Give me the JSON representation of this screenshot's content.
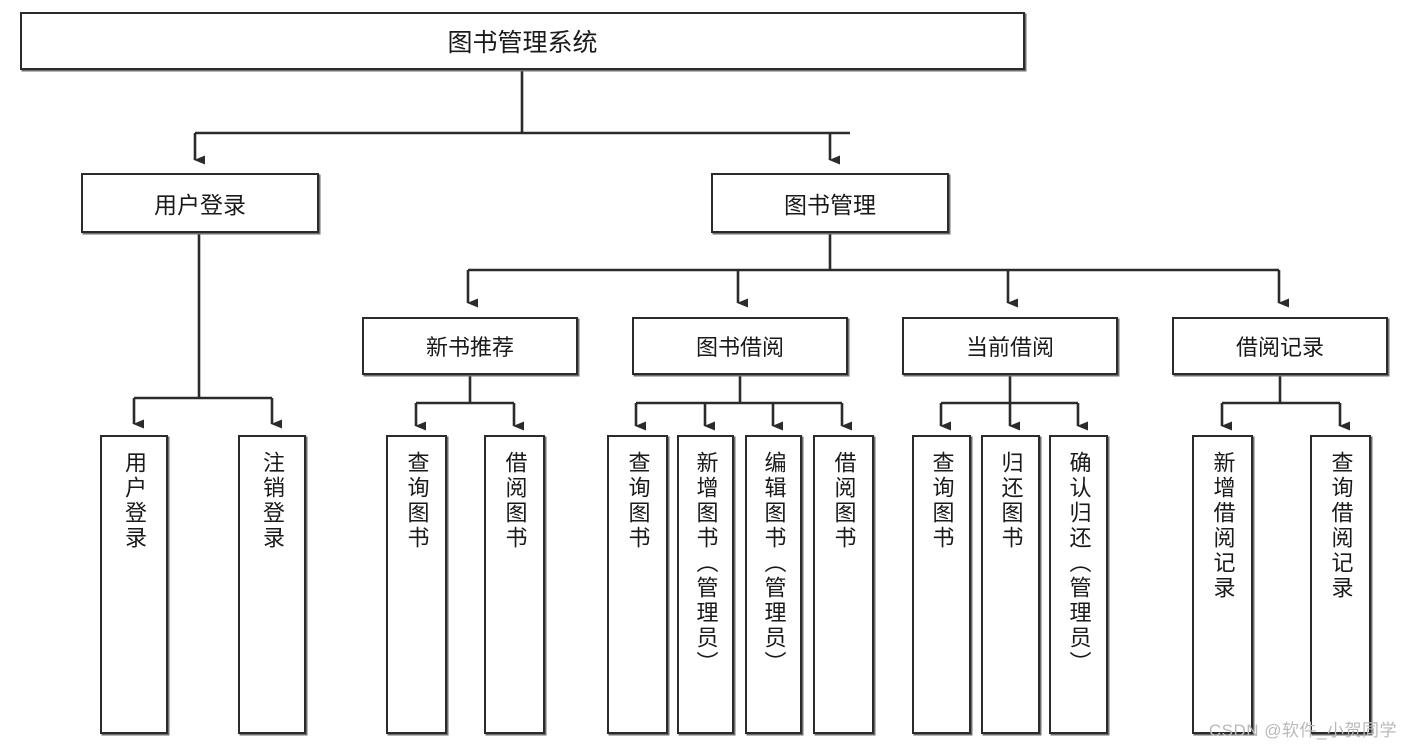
{
  "diagram": {
    "title": "图书管理系统",
    "type": "tree",
    "watermark": "CSDN @软件_小贺同学",
    "arrow_color": "#2b2b2b",
    "box_border_color": "#2b2b2b",
    "box_fill_color": "#ffffff",
    "shadow_color": "#6f6f6f",
    "background_color": "#ffffff",
    "root": {
      "label": "图书管理系统"
    },
    "level2": [
      {
        "label": "用户登录"
      },
      {
        "label": "图书管理"
      }
    ],
    "level3": [
      {
        "label": "新书推荐"
      },
      {
        "label": "图书借阅"
      },
      {
        "label": "当前借阅"
      },
      {
        "label": "借阅记录"
      }
    ],
    "leaves": {
      "user_login": [
        {
          "label": "用户登录"
        },
        {
          "label": "注销登录"
        }
      ],
      "new_book_recommend": [
        {
          "label": "查询图书"
        },
        {
          "label": "借阅图书"
        }
      ],
      "book_borrow": [
        {
          "label": "查询图书"
        },
        {
          "label": "新增图书（管理员）"
        },
        {
          "label": "编辑图书（管理员）"
        },
        {
          "label": "借阅图书"
        }
      ],
      "current_borrow": [
        {
          "label": "查询图书"
        },
        {
          "label": "归还图书"
        },
        {
          "label": "确认归还（管理员）"
        }
      ],
      "borrow_record": [
        {
          "label": "新增借阅记录"
        },
        {
          "label": "查询借阅记录"
        }
      ]
    }
  }
}
